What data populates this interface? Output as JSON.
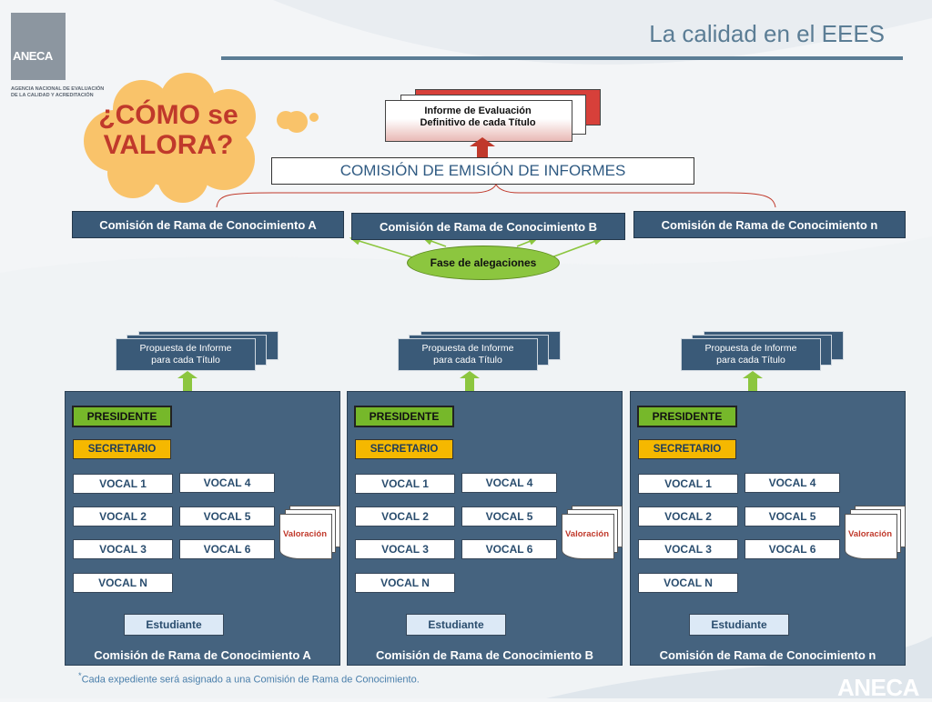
{
  "header": {
    "title": "La calidad en el EEES",
    "logo_text": "ANECA",
    "logo_sub": "AGENCIA NACIONAL DE EVALUACIÓN DE LA CALIDAD Y ACREDITACIÓN"
  },
  "cloud": {
    "text_line1": "¿CÓMO se",
    "text_line2": "VALORA?"
  },
  "top": {
    "informe_line1": "Informe de Evaluación",
    "informe_line2": "Definitivo de cada Título",
    "comision_emision": "COMISIÓN DE EMISIÓN DE INFORMES",
    "rama_a": "Comisión de Rama de Conocimiento A",
    "rama_b": "Comisión de Rama de Conocimiento B",
    "rama_n": "Comisión de Rama de Conocimiento n",
    "fase": "Fase de alegaciones"
  },
  "panels": [
    {
      "propuesta_line1": "Propuesta de Informe",
      "propuesta_line2": "para cada Título",
      "presidente": "PRESIDENTE",
      "secretario": "SECRETARIO",
      "vocal1": "VOCAL 1",
      "vocal2": "VOCAL 2",
      "vocal3": "VOCAL 3",
      "vocaln": "VOCAL N",
      "vocal4": "VOCAL 4",
      "vocal5": "VOCAL 5",
      "vocal6": "VOCAL 6",
      "valoracion": "Valoración",
      "estudiante": "Estudiante",
      "label": "Comisión de Rama de Conocimiento A"
    },
    {
      "propuesta_line1": "Propuesta de Informe",
      "propuesta_line2": "para cada Título",
      "presidente": "PRESIDENTE",
      "secretario": "SECRETARIO",
      "vocal1": "VOCAL 1",
      "vocal2": "VOCAL 2",
      "vocal3": "VOCAL 3",
      "vocaln": "VOCAL N",
      "vocal4": "VOCAL 4",
      "vocal5": "VOCAL 5",
      "vocal6": "VOCAL 6",
      "valoracion": "Valoración",
      "estudiante": "Estudiante",
      "label": "Comisión de Rama de Conocimiento B"
    },
    {
      "propuesta_line1": "Propuesta de Informe",
      "propuesta_line2": "para cada Título",
      "presidente": "PRESIDENTE",
      "secretario": "SECRETARIO",
      "vocal1": "VOCAL 1",
      "vocal2": "VOCAL 2",
      "vocal3": "VOCAL 3",
      "vocaln": "VOCAL N",
      "vocal4": "VOCAL 4",
      "vocal5": "VOCAL 5",
      "vocal6": "VOCAL 6",
      "valoracion": "Valoración",
      "estudiante": "Estudiante",
      "label": "Comisión de Rama de Conocimiento n"
    }
  ],
  "footer": {
    "footnote_mark": "*",
    "footnote": "Cada expediente será asignado a una Comisión de Rama de Conocimiento.",
    "logo": "ANECA"
  },
  "colors": {
    "accent_blue": "#3a5a78",
    "green": "#76b82a",
    "yellow": "#f5b800",
    "red": "#c0392b",
    "cloud": "#f9c36a"
  }
}
